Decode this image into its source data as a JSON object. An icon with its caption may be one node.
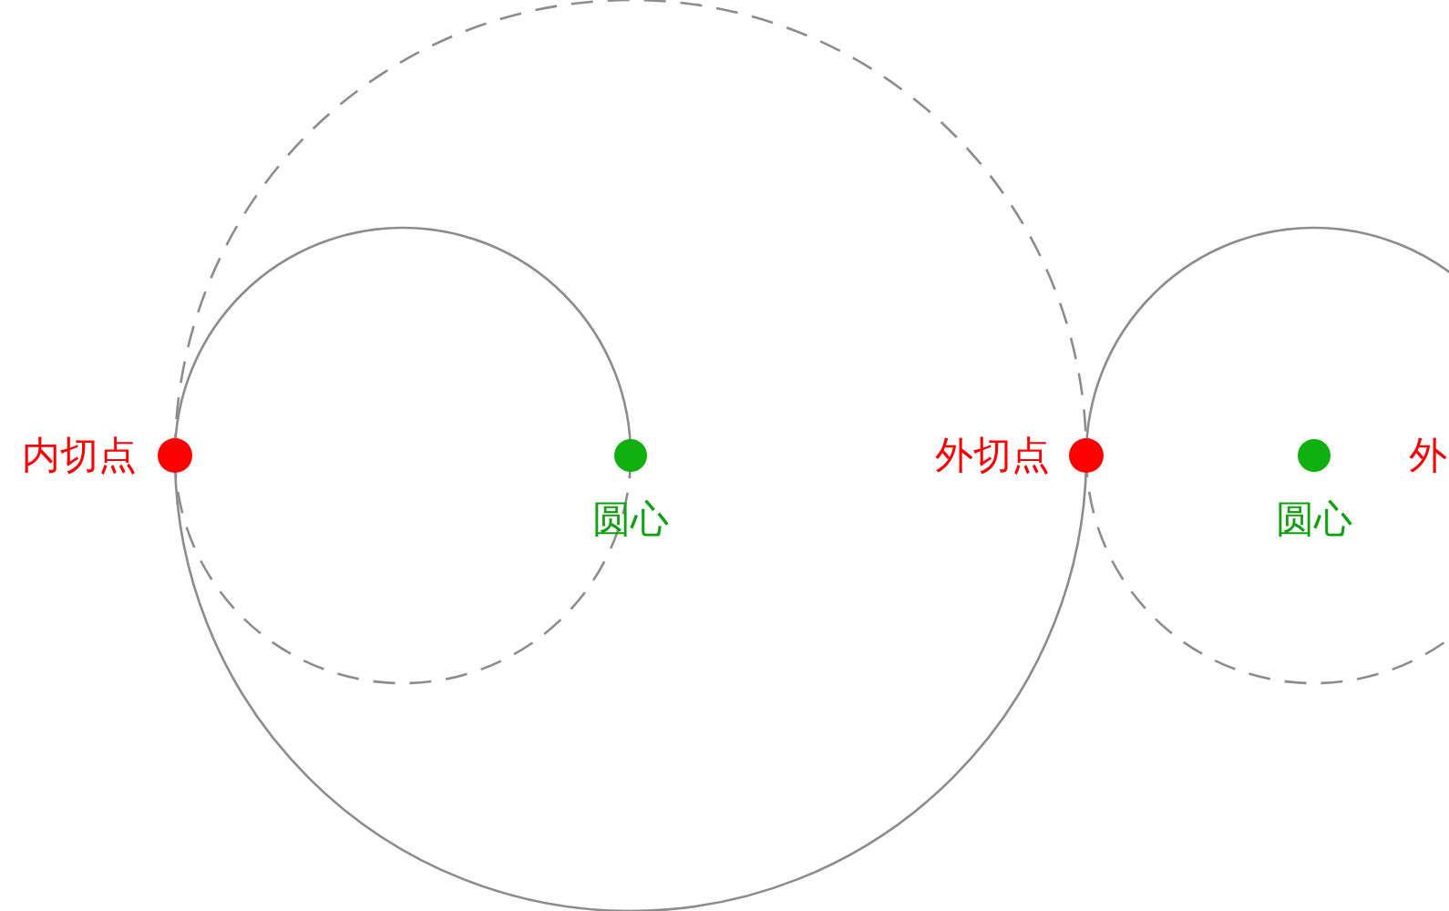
{
  "diagram": {
    "labels": [
      "内切点",
      "圆心",
      "外切点",
      "圆心",
      "外"
    ]
  }
}
